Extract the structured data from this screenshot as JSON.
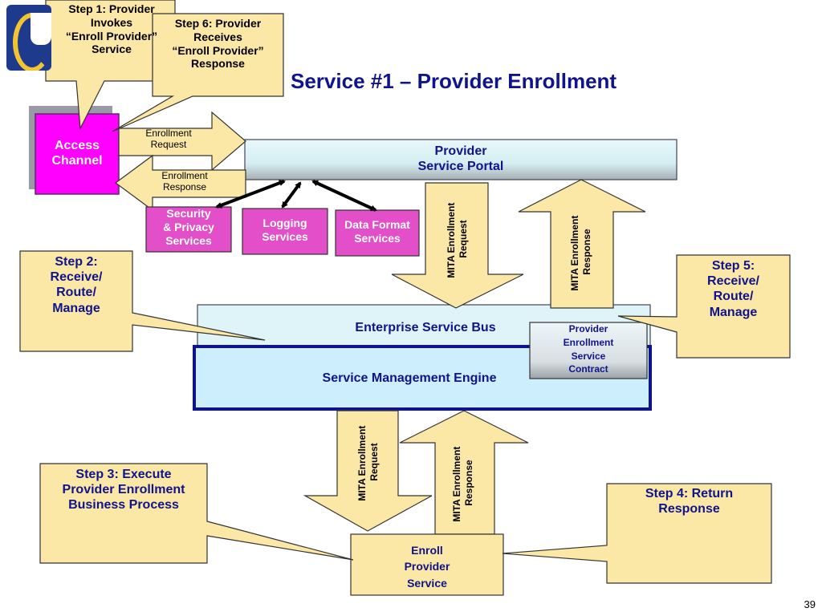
{
  "title": "Service #1 – Provider Enrollment",
  "page_number": "39",
  "boxes": {
    "access_channel": [
      "Access",
      "Channel"
    ],
    "portal": [
      "Provider",
      "Service Portal"
    ],
    "security": [
      "Security",
      "& Privacy",
      "Services"
    ],
    "logging": [
      "Logging",
      "Services"
    ],
    "data_format": [
      "Data Format",
      "Services"
    ],
    "esb": "Enterprise Service Bus",
    "sme": "Service Management Engine",
    "contract": [
      "Provider",
      "Enrollment",
      "Service"
    ],
    "contract_sub": "Contract",
    "enroll_service": [
      "Enroll",
      "Provider",
      "Service"
    ]
  },
  "arrows": {
    "enroll_request": [
      "Enrollment",
      "Request"
    ],
    "enroll_response": [
      "Enrollment",
      "Response"
    ],
    "mita_request": [
      "MITA Enrollment",
      "Request"
    ],
    "mita_response": [
      "MITA Enrollment",
      "Response"
    ]
  },
  "callouts": {
    "step1": [
      "Step 1: Provider",
      "Invokes",
      "“Enroll Provider”",
      "Service"
    ],
    "step6": [
      "Step 6: Provider",
      "Receives",
      "“Enroll Provider”",
      "Response"
    ],
    "step2": [
      "Step 2:",
      "Receive/",
      "Route/",
      "Manage"
    ],
    "step5": [
      "Step 5:",
      "Receive/",
      "Route/",
      "Manage"
    ],
    "step3": [
      "Step 3: Execute",
      "Provider Enrollment",
      "Business Process"
    ],
    "step4": [
      "Step 4: Return",
      "Response"
    ]
  },
  "colors": {
    "callout_fill": "#fbe7a6",
    "access_channel": "#ff00ff",
    "services_fill": "#e24fc9",
    "portal_fill": "#dff4f8",
    "sme_fill": "#cdeefd",
    "title": "#10148c"
  }
}
